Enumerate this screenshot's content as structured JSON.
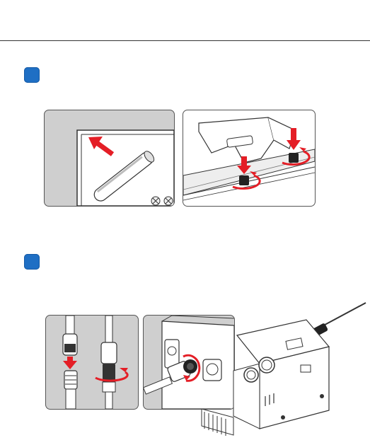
{
  "page": {
    "accent_color": "#1f6fc4",
    "arrow_color": "#e41e26",
    "panel_gray": "#cfcfcf"
  },
  "steps": [
    {
      "id": 1,
      "badge_label": "",
      "panels": [
        "battery-insertion-illustration",
        "thumbscrew-mounting-illustration"
      ]
    },
    {
      "id": 2,
      "badge_label": "",
      "panels": [
        "xlr-connector-locking-illustration",
        "recorder-xlr-connection-illustration"
      ]
    }
  ]
}
